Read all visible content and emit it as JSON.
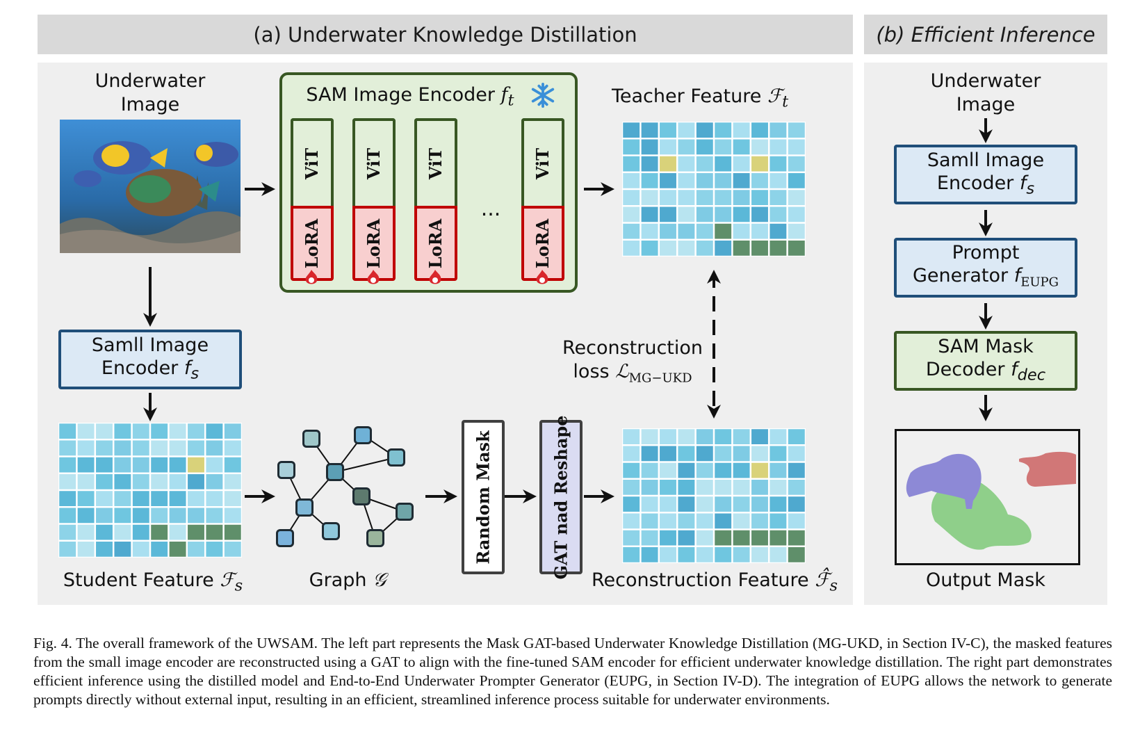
{
  "panels": {
    "a_title": "(a)  Underwater Knowledge Distillation",
    "b_title": "(b)  Efficient Inference"
  },
  "left": {
    "underwater_image_label_1": "Underwater",
    "underwater_image_label_2": "Image",
    "sam_encoder_title": "SAM Image Encoder ",
    "sam_encoder_symbol": "f",
    "sam_encoder_sub": "t",
    "vit_label": "ViT",
    "lora_label": "LoRA",
    "ellipsis": "...",
    "teacher_label": "Teacher Feature ",
    "teacher_symbol": "ℱ",
    "teacher_sub": "t",
    "small_encoder_line1": "Samll Image",
    "small_encoder_line2": "Encoder ",
    "small_encoder_symbol": "f",
    "small_encoder_sub": "s",
    "recon_loss_line1": "Reconstruction",
    "recon_loss_line2": "loss ",
    "recon_loss_symbol": "ℒ",
    "recon_loss_sub": "MG−UKD",
    "random_mask": "Random Mask",
    "gat_reshape": "GAT nad Reshape",
    "student_label": "Student Feature ",
    "student_symbol": "ℱ",
    "student_sub": "s",
    "graph_label": "Graph ",
    "graph_symbol": "𝒢",
    "recon_feature_label": "Reconstruction Feature ",
    "recon_feature_symbol": "ℱ̂",
    "recon_feature_sub": "s"
  },
  "right": {
    "underwater_image_label_1": "Underwater",
    "underwater_image_label_2": "Image",
    "small_encoder_line1": "Samll Image",
    "small_encoder_line2": "Encoder ",
    "small_encoder_symbol": "f",
    "small_encoder_sub": "s",
    "prompt_gen_line1": "Prompt",
    "prompt_gen_line2": "Generator ",
    "prompt_gen_symbol": "f",
    "prompt_gen_sub": "EUPG",
    "decoder_line1": "SAM Mask",
    "decoder_line2": "Decoder ",
    "decoder_symbol": "f",
    "decoder_sub": "dec",
    "output_label": "Output Mask"
  },
  "caption": "Fig. 4.  The overall framework of the UWSAM. The left part represents the Mask GAT-based Underwater Knowledge Distillation (MG-UKD, in Section IV-C), the masked features from the small image encoder are reconstructed using a GAT to align with the fine-tuned SAM encoder for efficient underwater knowledge distillation. The right part demonstrates efficient inference using the distilled model and End-to-End Underwater Prompter Generator (EUPG, in Section IV-D). The integration of EUPG allows the network to generate prompts directly without external input, resulting in an efficient, streamlined inference process suitable for underwater environments.",
  "colors": {
    "blue_box_border": "#1f4e79",
    "blue_box_fill": "#dce9f5",
    "green_box_border": "#385723",
    "green_box_fill": "#e2efd9",
    "lora_border": "#c00000",
    "lora_fill": "#f8cfcf",
    "mask_purple": "#8d89d6",
    "mask_green": "#8fcf8a",
    "mask_red": "#d17777"
  }
}
